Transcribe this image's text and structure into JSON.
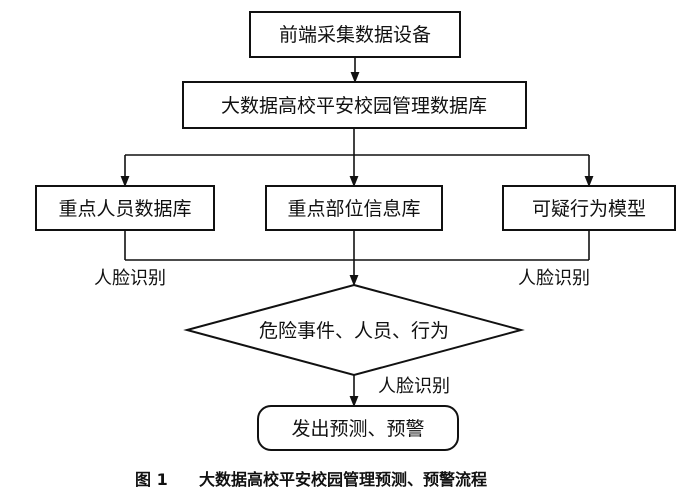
{
  "nodes": {
    "collection_device": "前端采集数据设备",
    "campus_database": "大数据高校平安校园管理数据库",
    "key_personnel_db": "重点人员数据库",
    "key_location_db": "重点部位信息库",
    "suspicious_behavior_model": "可疑行为模型",
    "danger_decision": "危险事件、人员、行为",
    "warning_output": "发出预测、预警"
  },
  "edge_labels": {
    "left_face_recognition": "人脸识别",
    "right_face_recognition": "人脸识别",
    "bottom_face_recognition": "人脸识别"
  },
  "caption": {
    "figure_number": "图 1",
    "title": "大数据高校平安校园管理预测、预警流程"
  }
}
